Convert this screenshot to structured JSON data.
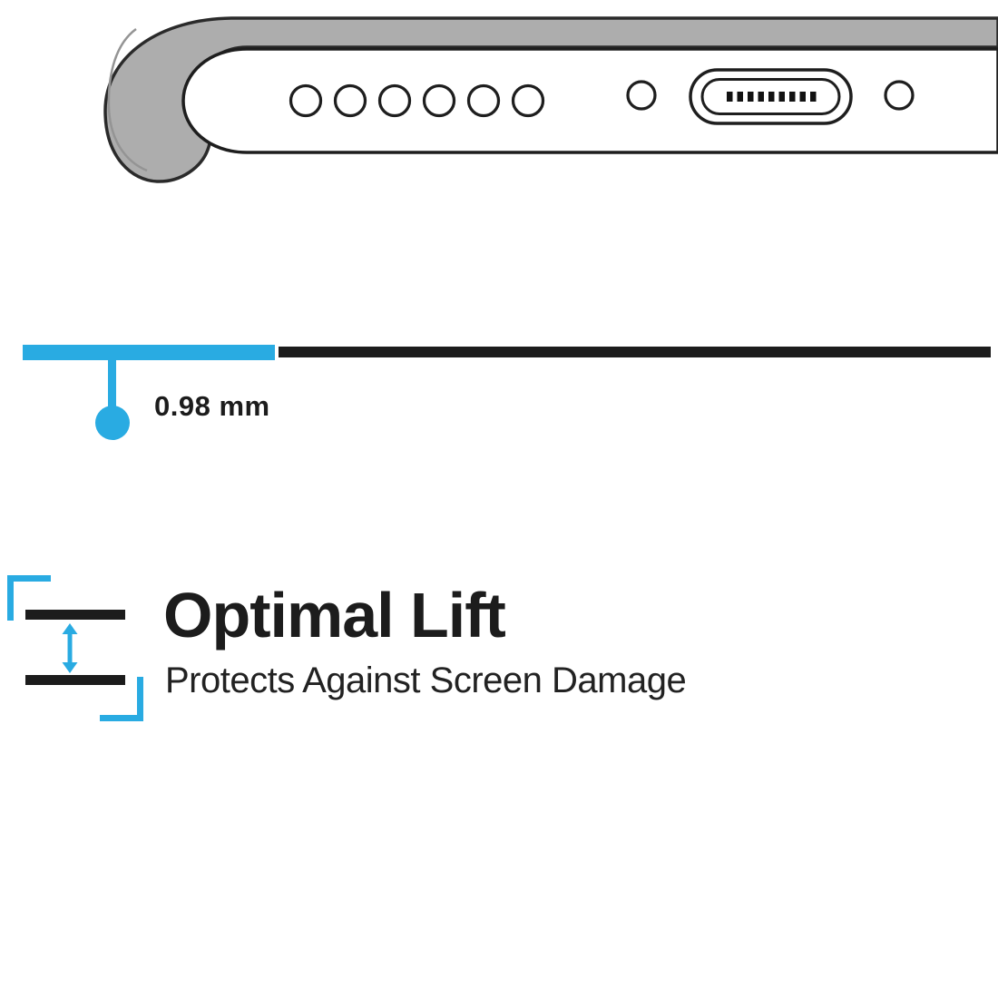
{
  "colors": {
    "accent": "#29ABE2",
    "ink": "#1C1C1C",
    "case_gray": "#ADADAD",
    "outline": "#2A2A2A"
  },
  "illustration": {
    "name": "phone-bottom-edge-side-view-in-case",
    "speaker_hole_count": 6,
    "features": [
      "speaker-holes",
      "screw-hole-left",
      "charging-port",
      "screw-hole-right",
      "raised-case-lip"
    ]
  },
  "measurement": {
    "value": "0.98 mm"
  },
  "feature": {
    "title": "Optimal Lift",
    "subtitle": "Protects Against Screen Damage"
  }
}
